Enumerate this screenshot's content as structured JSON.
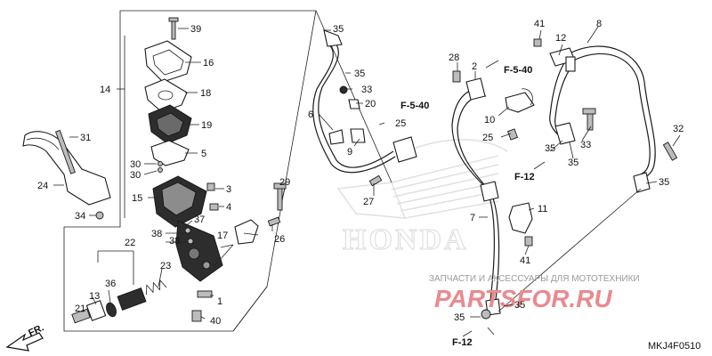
{
  "diagram": {
    "code": "MKJ4F0510",
    "front_label": "FR.",
    "watermark": {
      "caption": "ЗАПЧАСТИ И АКСЕССУАРЫ ДЛЯ МОТОТЕХНИКИ",
      "logo": "PARTSFOR.RU"
    },
    "background_logo": "HONDA",
    "colors": {
      "line": "#1a1a1a",
      "watermark": "#e98a8f",
      "background_logo": "#bdbdbd"
    },
    "references": {
      "a": "F-5-40",
      "b": "F-5-40",
      "c": "F-12",
      "d": "F-12"
    },
    "callouts": {
      "c39": "39",
      "c16": "16",
      "c14": "14",
      "c18": "18",
      "c19": "19",
      "c5": "5",
      "c31": "31",
      "c30": "30",
      "c24": "24",
      "c3": "3",
      "c15": "15",
      "c4": "4",
      "c34": "34",
      "c37": "37",
      "c38": "38",
      "c22": "22",
      "c23": "23",
      "c36": "36",
      "c13": "13",
      "c21": "21",
      "c1": "1",
      "c40": "40",
      "c17": "17",
      "c29": "29",
      "c26": "26",
      "c35a": "35",
      "c35b": "35",
      "c33a": "33",
      "c20": "20",
      "c6": "6",
      "c9": "9",
      "c25a": "25",
      "c27": "27",
      "c28": "28",
      "c2": "2",
      "c10": "10",
      "c25b": "25",
      "c7": "7",
      "c11": "11",
      "c41a": "41",
      "c41b": "41",
      "c12": "12",
      "c8": "8",
      "c33b": "33",
      "c35c": "35",
      "c35d": "35",
      "c32": "32",
      "c35e": "35",
      "c35f": "35",
      "c35g": "35"
    }
  }
}
